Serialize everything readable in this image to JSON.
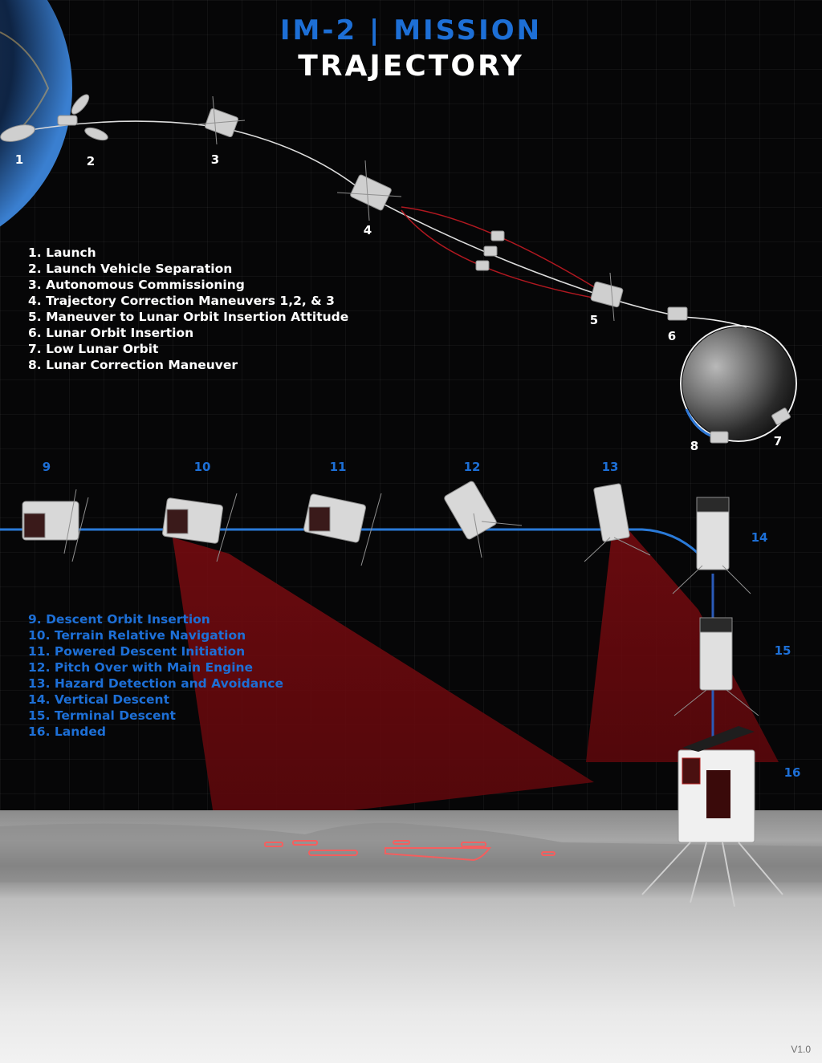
{
  "title": {
    "line1": "IM-2 | MISSION",
    "line2": "TRAJECTORY"
  },
  "colors": {
    "accent_blue": "#1d6fd6",
    "white": "#ffffff",
    "sensor_red": "#8a0d12",
    "background": "#060607"
  },
  "space_phase": {
    "step_labels": [
      "1",
      "2",
      "3",
      "4",
      "5",
      "6",
      "7",
      "8"
    ],
    "legend": [
      "1. Launch",
      "2. Launch Vehicle Separation",
      "3. Autonomous Commissioning",
      "4. Trajectory Correction Maneuvers 1,2, & 3",
      "5. Maneuver to Lunar Orbit Insertion Attitude",
      "6. Lunar Orbit Insertion",
      "7. Low Lunar Orbit",
      "8. Lunar Correction Maneuver"
    ]
  },
  "descent_phase": {
    "step_labels": [
      "9",
      "10",
      "11",
      "12",
      "13",
      "14",
      "15",
      "16"
    ],
    "legend": [
      "9. Descent Orbit Insertion",
      "10. Terrain Relative Navigation",
      "11. Powered Descent Initiation",
      "12. Pitch Over with Main Engine",
      "13. Hazard Detection and Avoidance",
      "14. Vertical Descent",
      "15. Terminal Descent",
      "16. Landed"
    ]
  },
  "version": "V1.0"
}
